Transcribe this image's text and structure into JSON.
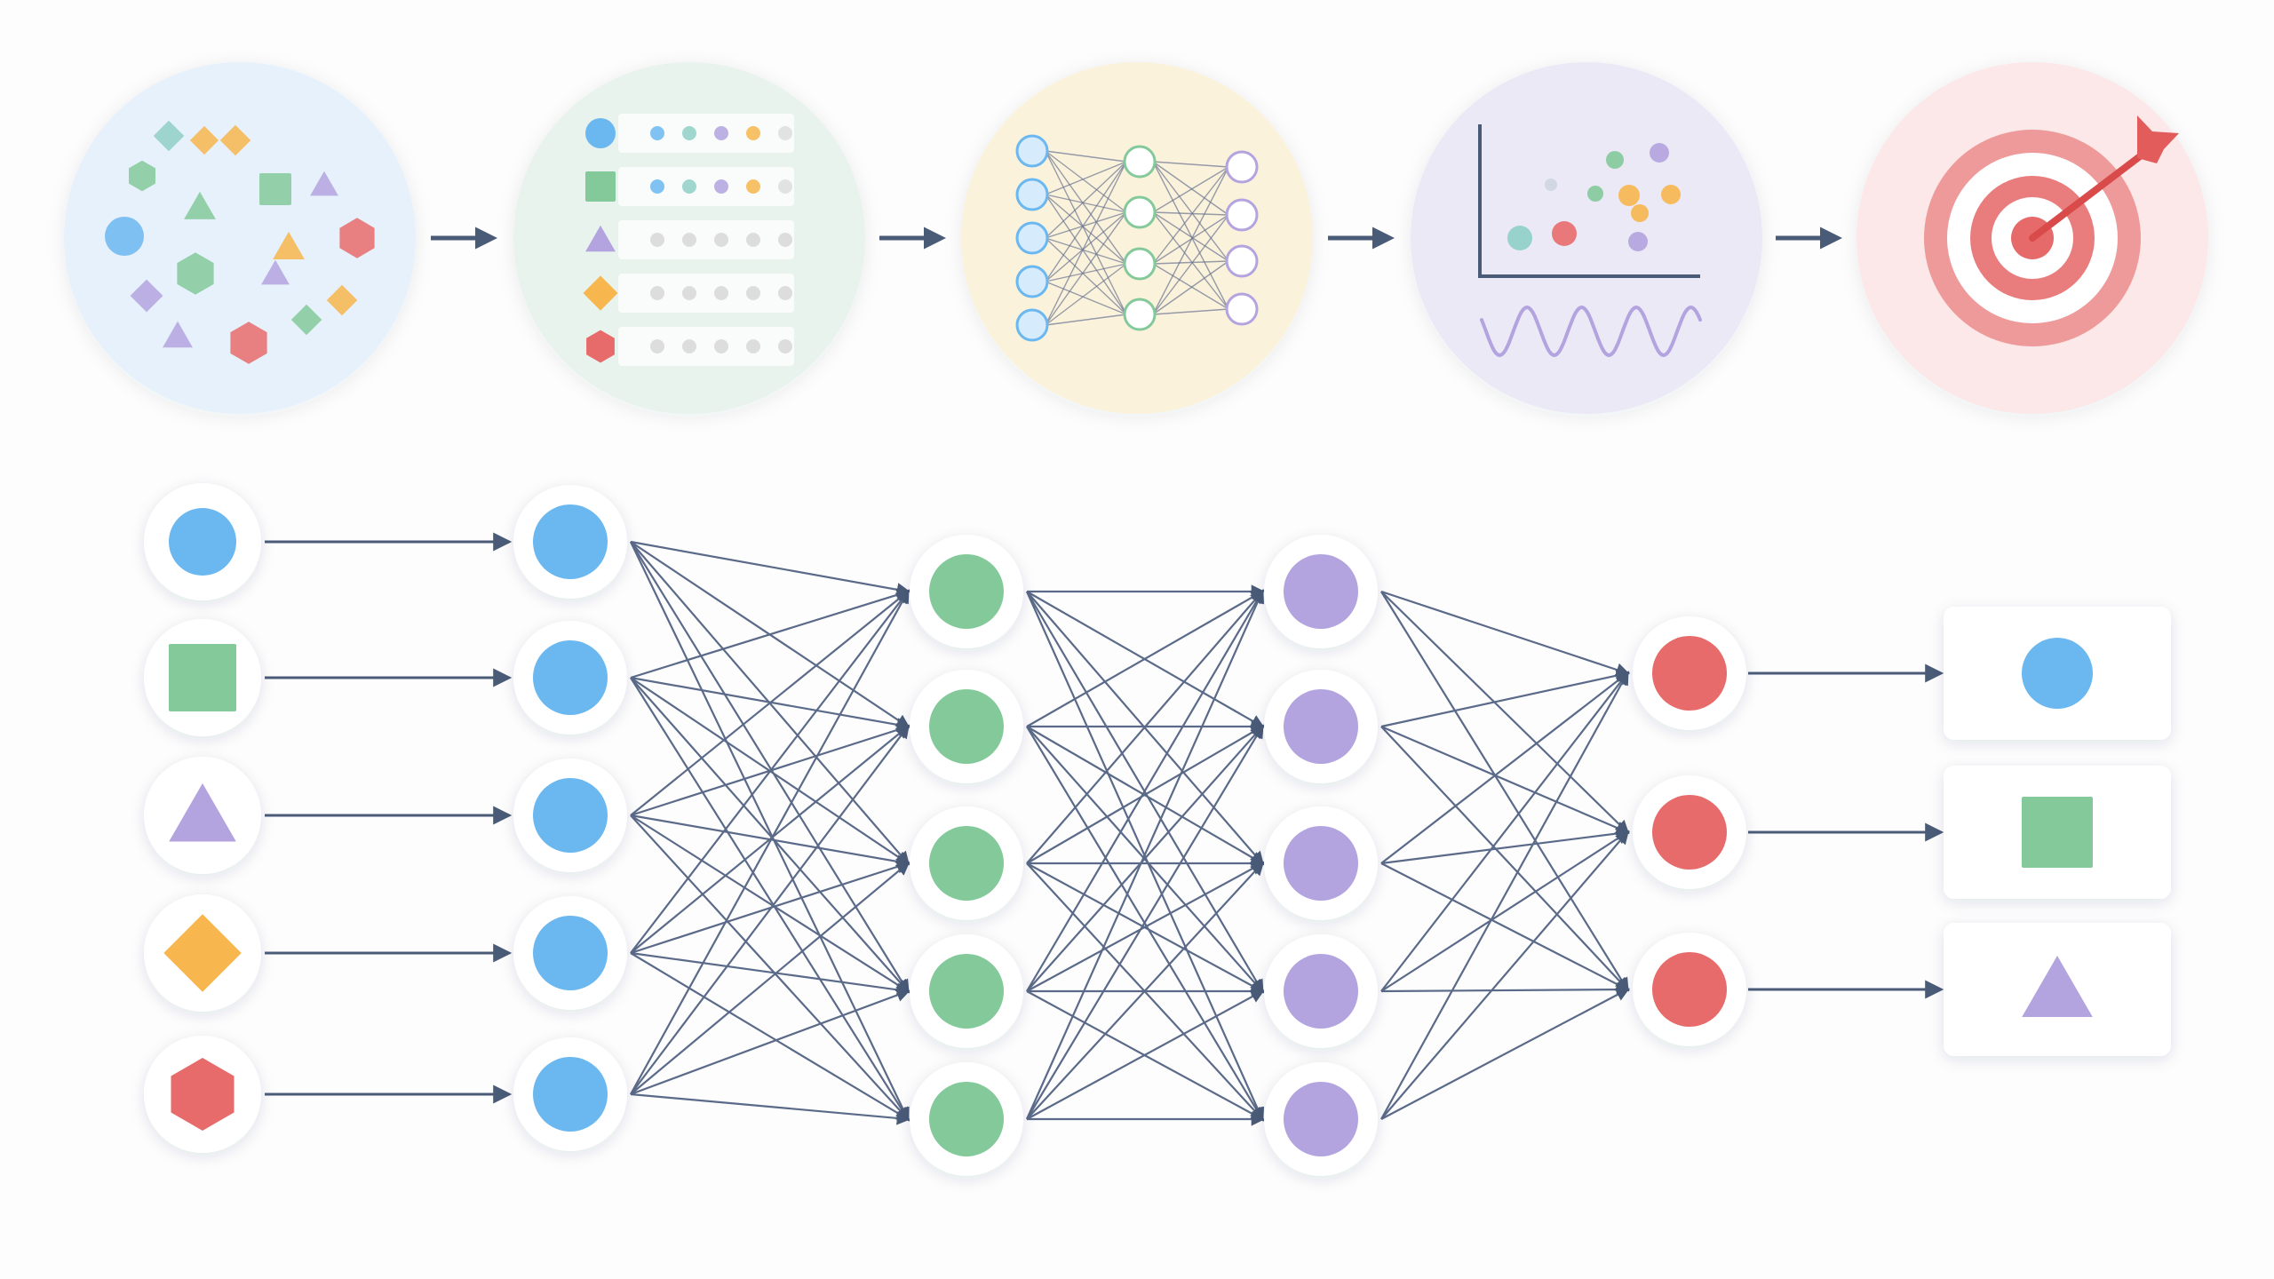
{
  "colors": {
    "background": "#fdfdfe",
    "blue": "#6bb7f0",
    "green": "#84c99a",
    "purple": "#b3a3de",
    "orange": "#f7b64e",
    "red": "#e86b6b",
    "teal": "#8fcfc6",
    "arrow": "#4a5b78",
    "edge": "#5a6a88",
    "stage_bg": [
      "#e6f1fb",
      "#e7f3ec",
      "#fbf2dc",
      "#ece9f7",
      "#fce8e8"
    ]
  },
  "pipeline": {
    "stages": [
      {
        "name": "data-collection",
        "icon": "scattered-shapes-icon"
      },
      {
        "name": "data-table",
        "icon": "table-icon"
      },
      {
        "name": "neural-network",
        "icon": "network-icon"
      },
      {
        "name": "analysis",
        "icon": "chart-icon"
      },
      {
        "name": "goal",
        "icon": "target-icon"
      }
    ]
  },
  "network": {
    "inputs": [
      {
        "shape": "circle",
        "color": "blue"
      },
      {
        "shape": "square",
        "color": "green"
      },
      {
        "shape": "triangle",
        "color": "purple"
      },
      {
        "shape": "diamond",
        "color": "orange"
      },
      {
        "shape": "hexagon",
        "color": "red"
      }
    ],
    "layers": [
      {
        "name": "input-layer",
        "color": "blue",
        "count": 5
      },
      {
        "name": "hidden-layer-1",
        "color": "green",
        "count": 5
      },
      {
        "name": "hidden-layer-2",
        "color": "purple",
        "count": 5
      },
      {
        "name": "output-layer",
        "color": "red",
        "count": 3
      }
    ],
    "outputs": [
      {
        "shape": "circle",
        "color": "blue"
      },
      {
        "shape": "square",
        "color": "green"
      },
      {
        "shape": "triangle",
        "color": "purple"
      }
    ]
  }
}
